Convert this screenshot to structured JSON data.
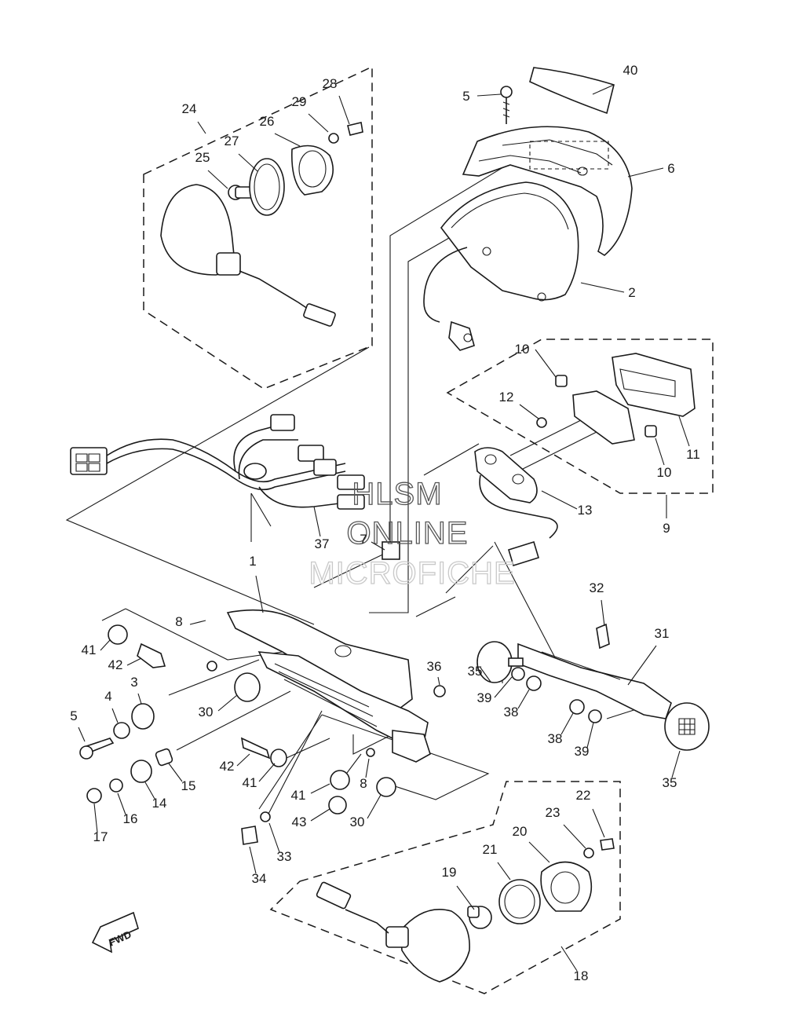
{
  "watermark": {
    "line1": "HLSM",
    "line2": "ONLINE",
    "line3": "MICROFICHE",
    "colors": {
      "line1": "#555555",
      "line2": "#555555",
      "line3": "#c9c9c9"
    }
  },
  "direction_marker": {
    "text": "FWD"
  },
  "callouts": [
    "40",
    "5",
    "6",
    "2",
    "24",
    "28",
    "29",
    "26",
    "27",
    "25",
    "10",
    "12",
    "10",
    "11",
    "9",
    "13",
    "37",
    "7",
    "1",
    "8",
    "41",
    "42",
    "3",
    "4",
    "5",
    "30",
    "36",
    "35",
    "39",
    "38",
    "32",
    "31",
    "38",
    "39",
    "35",
    "42",
    "41",
    "15",
    "14",
    "16",
    "17",
    "8",
    "41",
    "43",
    "30",
    "33",
    "34",
    "22",
    "23",
    "20",
    "21",
    "19",
    "18"
  ]
}
